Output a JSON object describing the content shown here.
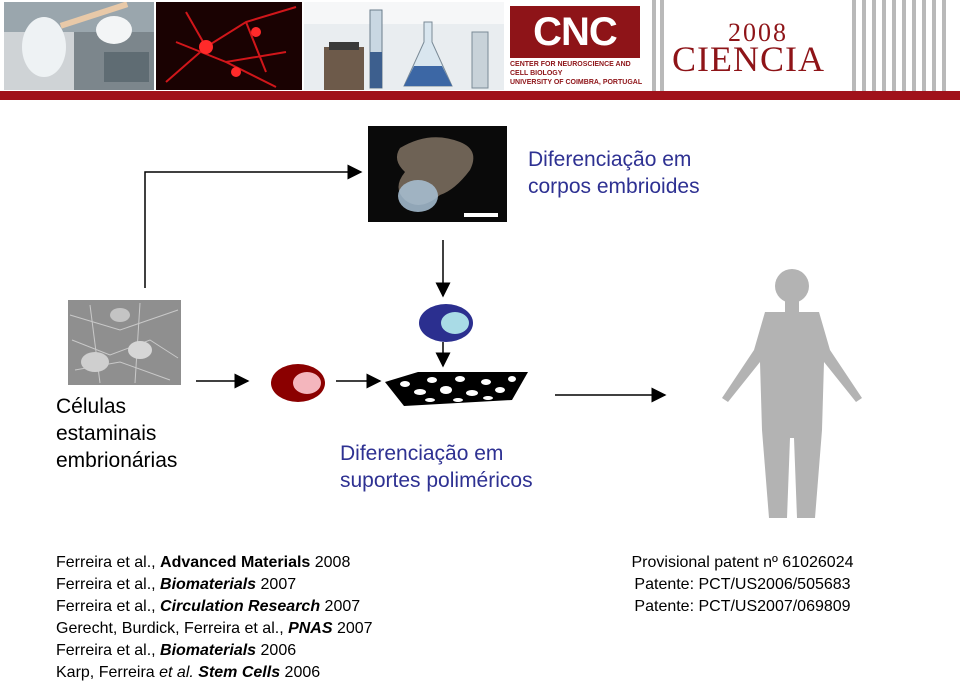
{
  "header": {
    "cnc_logo_text": "CNC",
    "cnc_subtitle_line1": "CENTER FOR NEUROSCIENCE AND CELL BIOLOGY",
    "cnc_subtitle_line2": "UNIVERSITY OF COIMBRA, PORTUGAL",
    "ciencia_year": "2008",
    "ciencia_word": "CIENCIA"
  },
  "diagram": {
    "embryoid_label_line1": "Diferenciação em",
    "embryoid_label_line2": "corpos embrioides",
    "scaffold_label_line1": "Diferenciação em",
    "scaffold_label_line2": "suportes poliméricos",
    "stem_cell_label_line1": "Células",
    "stem_cell_label_line2": "estaminais",
    "stem_cell_label_line3": "embrionárias"
  },
  "references": [
    {
      "authors": "Ferreira et al., ",
      "journal": "Advanced Materials",
      "italic": false,
      "year": " 2008"
    },
    {
      "authors": "Ferreira et al., ",
      "journal": "Biomaterials",
      "italic": true,
      "year": " 2007"
    },
    {
      "authors": "Ferreira et al., ",
      "journal": "Circulation Research",
      "italic": true,
      "year": " 2007"
    },
    {
      "authors": "Gerecht, Burdick, Ferreira et al., ",
      "journal": "PNAS",
      "italic": true,
      "year": " 2007"
    },
    {
      "authors": "Ferreira et al., ",
      "journal": "Biomaterials",
      "italic": true,
      "year": " 2006"
    },
    {
      "authors": "Karp, Ferreira ",
      "authors_italic": "et al.",
      "journal": " Stem Cells",
      "italic": true,
      "year": " 2006"
    }
  ],
  "patents": [
    "Provisional patent nº 61026024",
    "Patente: PCT/US2006/505683",
    "Patente: PCT/US2007/069809"
  ],
  "colors": {
    "brand_red": "#8e1418",
    "label_blue": "#2e3192",
    "cell_red": "#8b0000",
    "cell_pink": "#f4b6bd",
    "cell_navy": "#2b2f8f",
    "cell_light_blue": "#a9dbe6",
    "human_gray": "#b3b3b3"
  }
}
